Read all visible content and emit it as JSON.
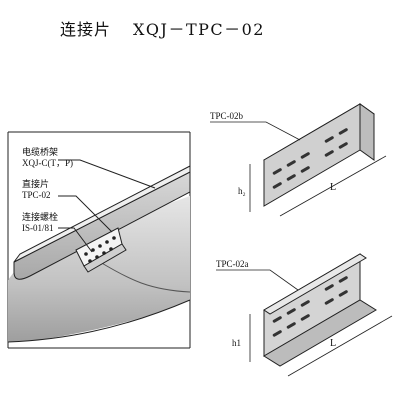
{
  "header": {
    "title_cn": "连接片",
    "model": "XQJ－TPC－02"
  },
  "left_view": {
    "labels": [
      {
        "id": "tray",
        "lines": [
          "电缆桥架",
          "XQJ-C(T，P)"
        ]
      },
      {
        "id": "plate",
        "lines": [
          "直接片",
          "TPC-02"
        ]
      },
      {
        "id": "bolt",
        "lines": [
          "连接螺栓",
          "IS-01/81"
        ]
      }
    ]
  },
  "top_right_view": {
    "label": "TPC-02b",
    "height_label": "h₂",
    "length_label": "L"
  },
  "bottom_right_view": {
    "label": "TPC-02a",
    "height_label": "h1",
    "length_label": "L"
  }
}
